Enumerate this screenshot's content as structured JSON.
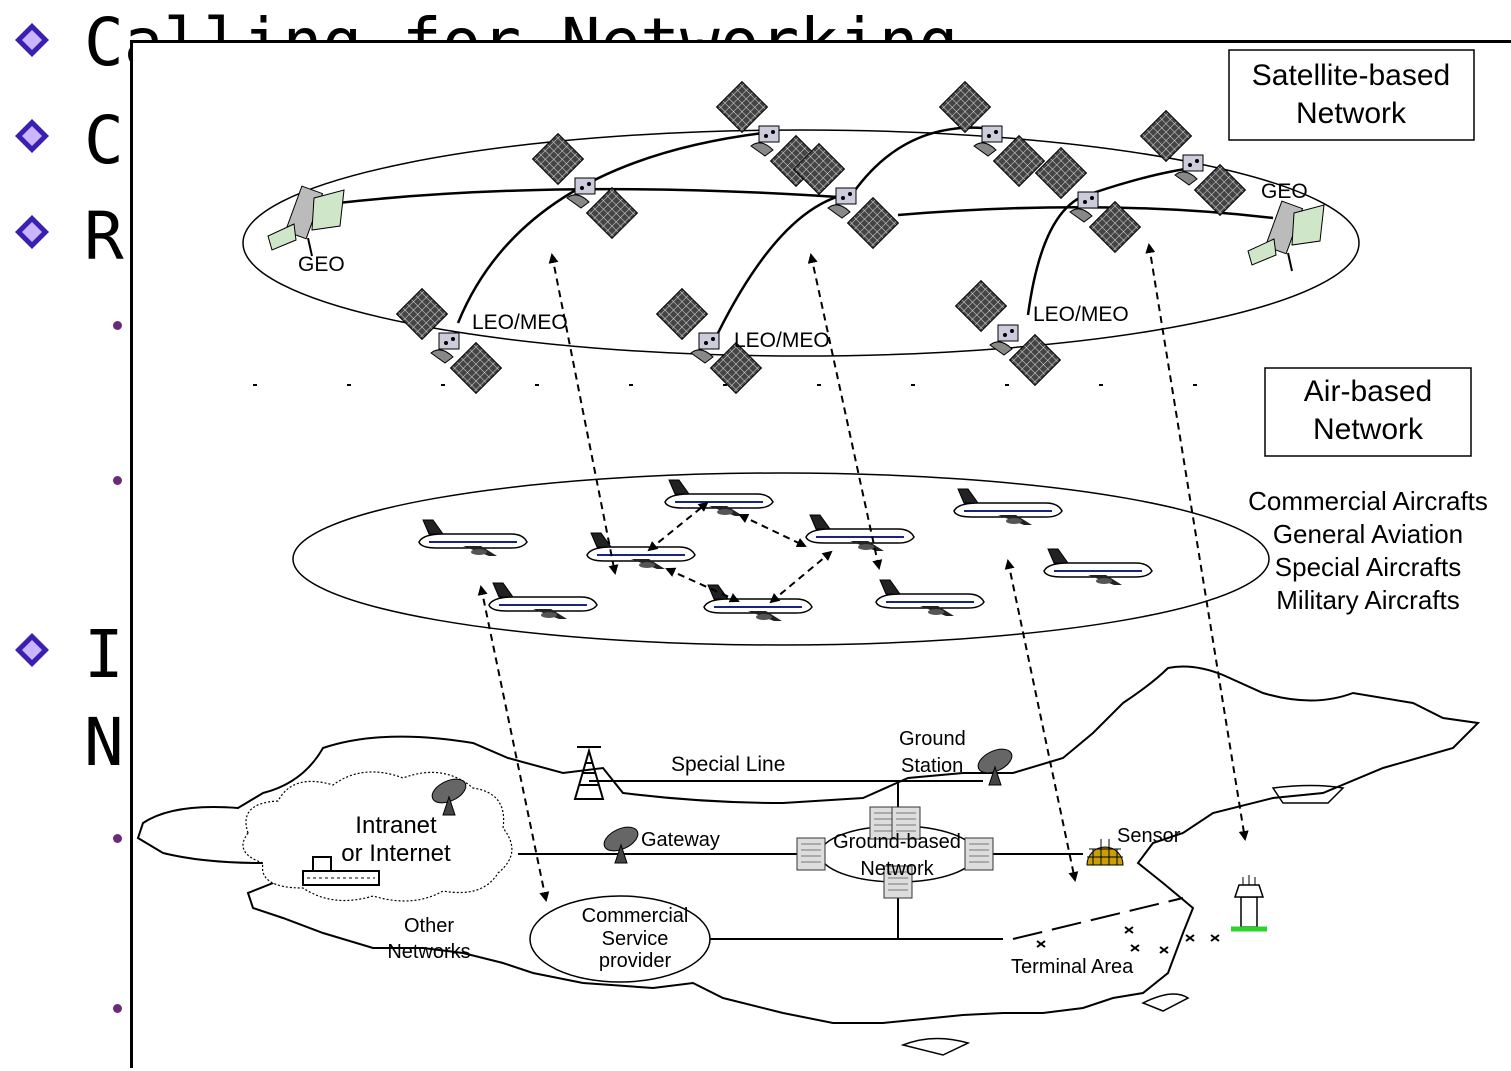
{
  "slide": {
    "bullets": [
      {
        "text": "Calling for Networking"
      },
      {
        "text": "C"
      },
      {
        "text": "R"
      },
      {
        "text": "I"
      },
      {
        "text": "N"
      }
    ]
  },
  "diagram": {
    "satellite_box": [
      "Satellite-based",
      "Network"
    ],
    "air_box": [
      "Air-based",
      "Network"
    ],
    "aircraft_types": [
      "Commercial Aircrafts",
      "General Aviation",
      "Special Aircrafts",
      "Military Aircrafts"
    ],
    "geo_left": "GEO",
    "geo_right": "GEO",
    "leo_labels": [
      "LEO/MEO",
      "LEO/MEO",
      "LEO/MEO"
    ],
    "special_line": "Special Line",
    "ground_station": [
      "Ground",
      "Station"
    ],
    "intranet": [
      "Intranet",
      "or Internet"
    ],
    "gateway": "Gateway",
    "ground_network": [
      "Ground-based",
      "Network"
    ],
    "sensor": "Sensor",
    "other_networks": [
      "Other",
      "Networks"
    ],
    "commercial_provider": [
      "Commercial",
      "Service",
      "provider"
    ],
    "terminal_area": "Terminal Area"
  },
  "colors": {
    "bullet": "#3a1fb0",
    "bullet_light": "#c9b6ff",
    "sub_bullet": "#6b2a78"
  }
}
